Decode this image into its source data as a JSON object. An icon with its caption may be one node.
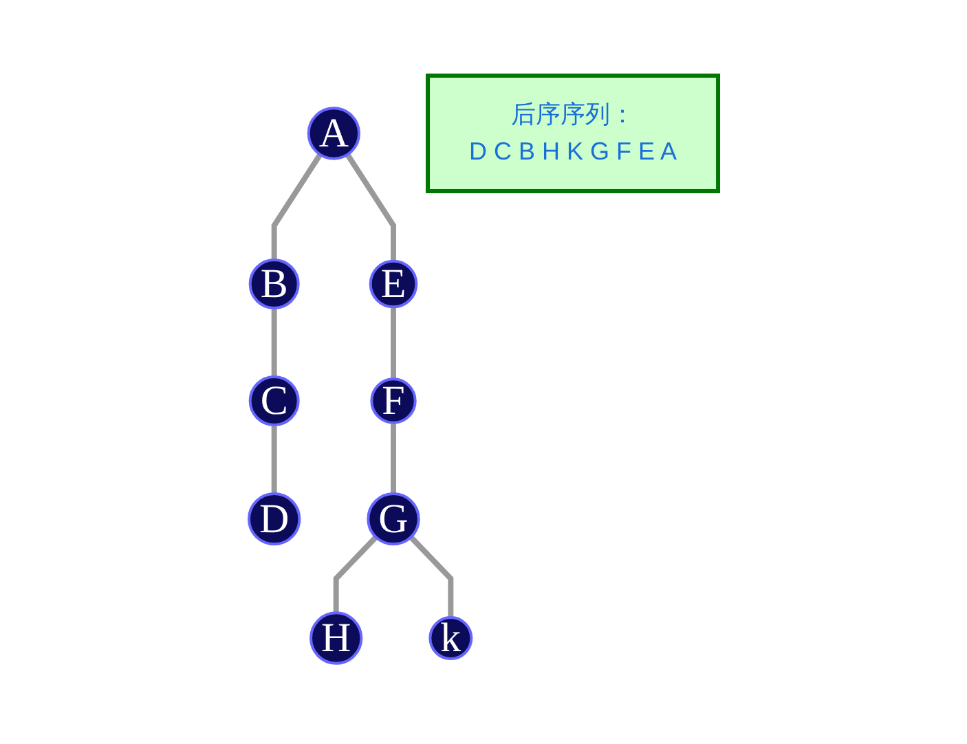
{
  "diagram": {
    "nodes": [
      {
        "text": [
          "A"
        ]
      },
      {
        "text": [
          "B"
        ]
      },
      {
        "text": [
          "C"
        ]
      },
      {
        "text": [
          "D"
        ]
      },
      {
        "text": [
          "E"
        ]
      },
      {
        "text": [
          "F"
        ]
      },
      {
        "text": [
          "G"
        ]
      },
      {
        "text": [
          "H"
        ]
      },
      {
        "text": [
          "k"
        ]
      },
      {
        "text": [
          "后序序列：",
          "D C B H K G F E A"
        ]
      }
    ],
    "edges": [
      {
        "from": 0,
        "to": 1,
        "arrow": "none"
      },
      {
        "from": 0,
        "to": 4,
        "arrow": "none"
      },
      {
        "from": 1,
        "to": 2,
        "arrow": "none"
      },
      {
        "from": 2,
        "to": 3,
        "arrow": "none"
      },
      {
        "from": 4,
        "to": 5,
        "arrow": "none"
      },
      {
        "from": 5,
        "to": 6,
        "arrow": "none"
      },
      {
        "from": 6,
        "to": 7,
        "arrow": "none"
      },
      {
        "from": 6,
        "to": 8,
        "arrow": "none"
      }
    ]
  }
}
